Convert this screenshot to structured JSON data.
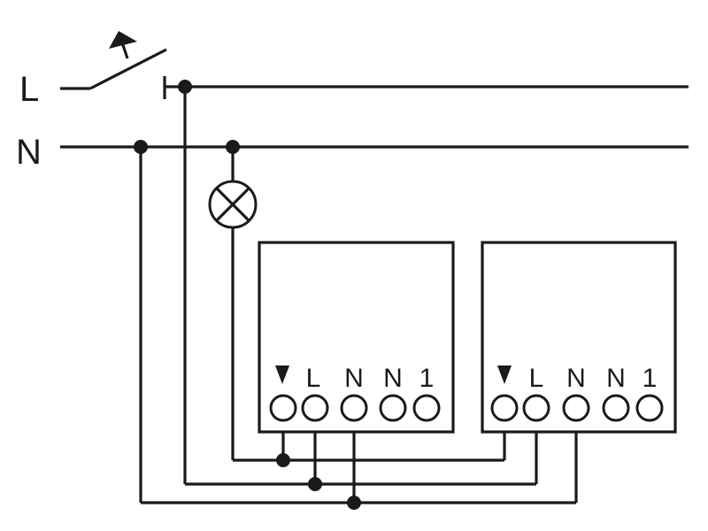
{
  "line_labels": {
    "live": "L",
    "neutral": "N"
  },
  "devices": [
    {
      "terminals": [
        "▼",
        "L",
        "N",
        "N",
        "1"
      ]
    },
    {
      "terminals": [
        "▼",
        "L",
        "N",
        "N",
        "1"
      ]
    }
  ],
  "colors": {
    "ink": "#1a1a1a",
    "background": "#ffffff"
  }
}
